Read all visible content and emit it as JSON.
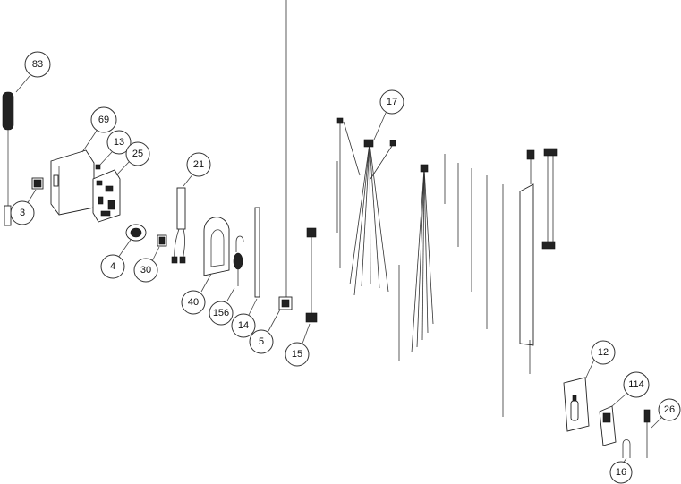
{
  "diagram": {
    "callouts": [
      {
        "id": "c83",
        "label": "83"
      },
      {
        "id": "c69",
        "label": "69"
      },
      {
        "id": "c13",
        "label": "13"
      },
      {
        "id": "c25",
        "label": "25"
      },
      {
        "id": "c3",
        "label": "3"
      },
      {
        "id": "c4",
        "label": "4"
      },
      {
        "id": "c30",
        "label": "30"
      },
      {
        "id": "c21",
        "label": "21"
      },
      {
        "id": "c40",
        "label": "40"
      },
      {
        "id": "c156",
        "label": "156"
      },
      {
        "id": "c14",
        "label": "14"
      },
      {
        "id": "c5",
        "label": "5"
      },
      {
        "id": "c15",
        "label": "15"
      },
      {
        "id": "c17",
        "label": "17"
      },
      {
        "id": "c12",
        "label": "12"
      },
      {
        "id": "c114",
        "label": "114"
      },
      {
        "id": "c26",
        "label": "26"
      },
      {
        "id": "c16",
        "label": "16"
      }
    ]
  }
}
